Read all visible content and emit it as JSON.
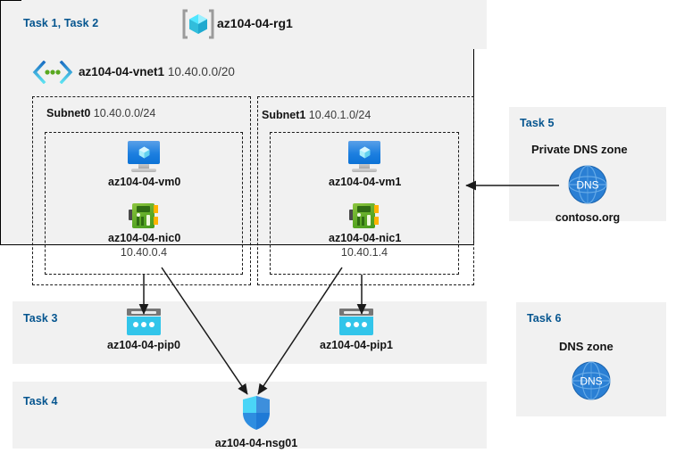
{
  "resource_group": {
    "task_label": "Task 1, Task 2",
    "name": "az104-04-rg1",
    "icon": "resource-group-cube-icon"
  },
  "vnet": {
    "name": "az104-04-vnet1",
    "cidr": "10.40.0.0/20",
    "icon": "virtual-network-icon"
  },
  "subnets": [
    {
      "name": "Subnet0",
      "cidr": "10.40.0.0/24",
      "vm": {
        "name": "az104-04-vm0",
        "icon": "virtual-machine-icon"
      },
      "nic": {
        "name": "az104-04-nic0",
        "ip": "10.40.0.4",
        "icon": "network-interface-icon"
      }
    },
    {
      "name": "Subnet1",
      "cidr": "10.40.1.0/24",
      "vm": {
        "name": "az104-04-vm1",
        "icon": "virtual-machine-icon"
      },
      "nic": {
        "name": "az104-04-nic1",
        "ip": "10.40.1.4",
        "icon": "network-interface-icon"
      }
    }
  ],
  "task3": {
    "task_label": "Task 3",
    "public_ips": [
      {
        "name": "az104-04-pip0",
        "icon": "public-ip-address-icon"
      },
      {
        "name": "az104-04-pip1",
        "icon": "public-ip-address-icon"
      }
    ]
  },
  "task4": {
    "task_label": "Task 4",
    "nsg": {
      "name": "az104-04-nsg01",
      "icon": "network-security-group-shield-icon"
    }
  },
  "task5": {
    "task_label": "Task 5",
    "heading": "Private DNS zone",
    "zone_name": "contoso.org",
    "icon": "dns-globe-icon",
    "icon_text": "DNS"
  },
  "task6": {
    "task_label": "Task 6",
    "heading": "DNS zone",
    "icon": "dns-globe-icon",
    "icon_text": "DNS"
  },
  "colors": {
    "task_label": "#05558f",
    "panel_background": "#f1f1f1",
    "azure_blue": "#0b72d6",
    "nic_green": "#5aa724",
    "pip_cyan": "#32c5ea",
    "dns_blue": "#2a7fd4",
    "connector": "#1a1a1a"
  }
}
